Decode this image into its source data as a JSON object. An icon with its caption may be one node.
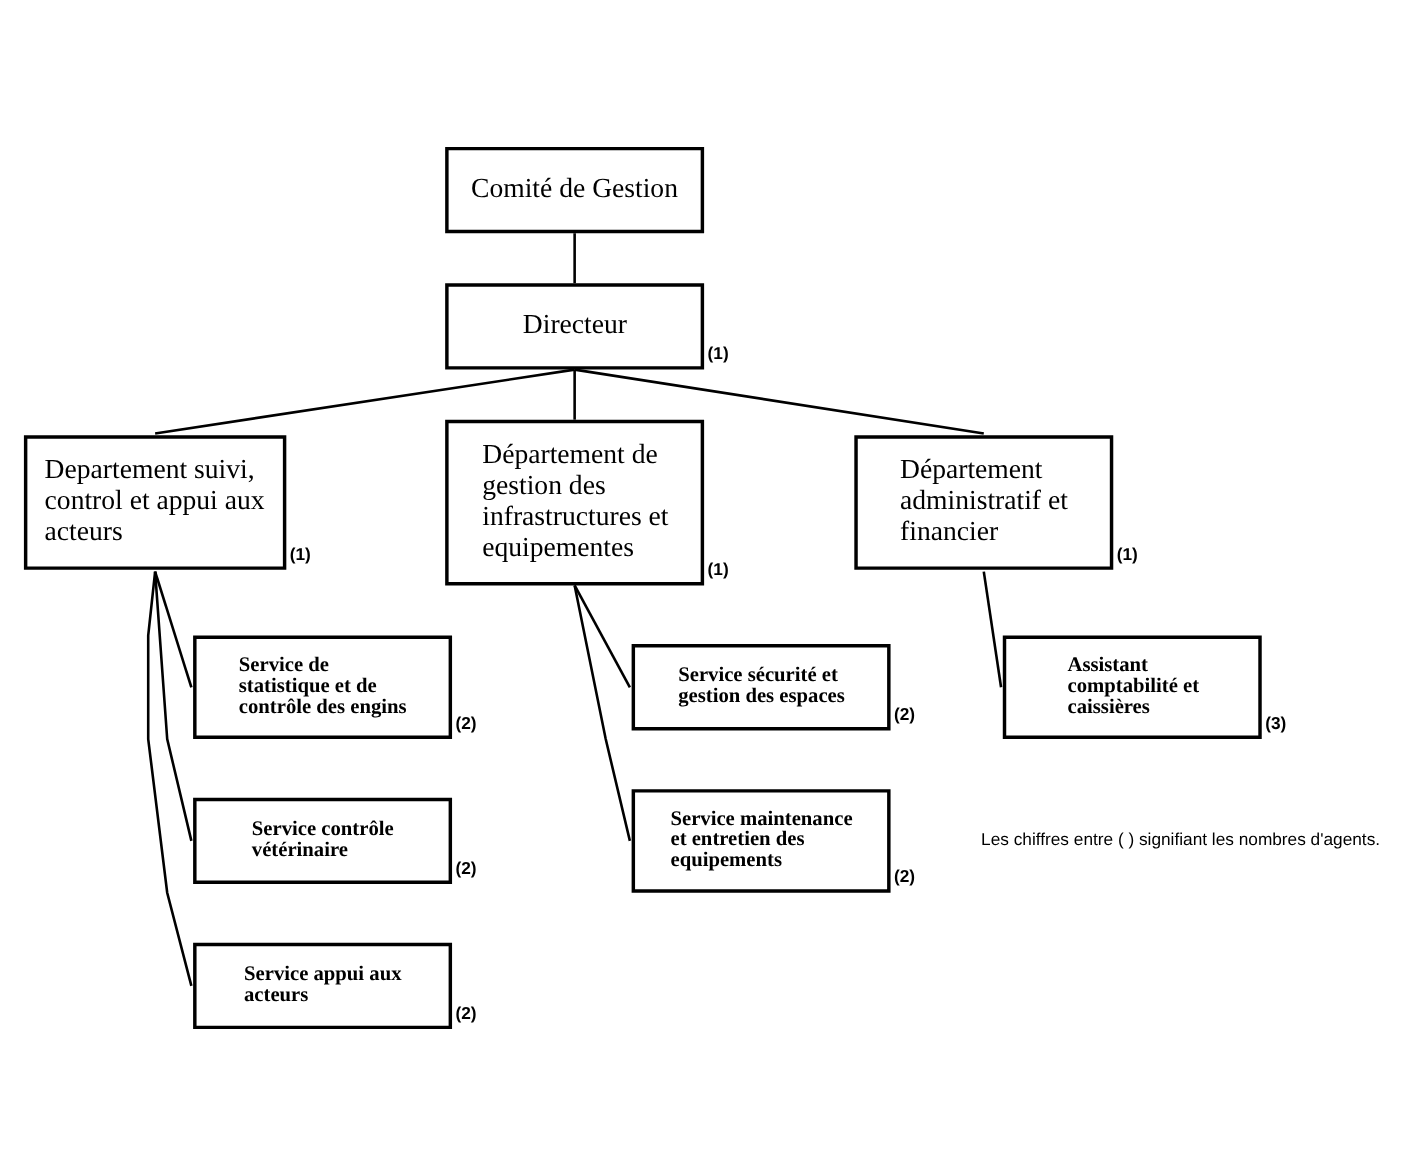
{
  "diagram": {
    "nodes": [
      {
        "text": [
          "Comité de Gestion"
        ]
      },
      {
        "text": [
          "Directeur"
        ],
        "beside": [
          "(1)"
        ]
      },
      {
        "text": [
          "Departement suivi, control et appui aux acteurs"
        ],
        "beside": [
          "(1)"
        ]
      },
      {
        "text": [
          "Département de gestion des infrastructures et equipementes"
        ],
        "beside": [
          "(1)"
        ]
      },
      {
        "text": [
          "Département administratif et financier"
        ],
        "beside": [
          "(1)"
        ]
      },
      {
        "text": [
          "Service de statistique et de contrôle des engins"
        ],
        "beside": [
          "(2)"
        ]
      },
      {
        "text": [
          "Service contrôle vétérinaire"
        ],
        "beside": [
          "(2)"
        ]
      },
      {
        "text": [
          "Service appui aux acteurs"
        ],
        "beside": [
          "(2)"
        ]
      },
      {
        "text": [
          "Service sécurité et gestion des espaces"
        ],
        "beside": [
          "(2)"
        ]
      },
      {
        "text": [
          "Service maintenance et entretien des equipements"
        ],
        "beside": [
          "(2)"
        ]
      },
      {
        "text": [
          "Assistant comptabilité et caissières"
        ],
        "beside": [
          "(3)"
        ]
      }
    ],
    "edges": [
      {
        "from": 0,
        "to": 1,
        "arrow": "none"
      },
      {
        "from": 1,
        "to": 2,
        "arrow": "none"
      },
      {
        "from": 1,
        "to": 3,
        "arrow": "none"
      },
      {
        "from": 1,
        "to": 4,
        "arrow": "none"
      },
      {
        "from": 2,
        "to": 5,
        "arrow": "none"
      },
      {
        "from": 2,
        "to": 6,
        "arrow": "none"
      },
      {
        "from": 2,
        "to": 7,
        "arrow": "none"
      },
      {
        "from": 3,
        "to": 8,
        "arrow": "none"
      },
      {
        "from": 3,
        "to": 9,
        "arrow": "none"
      },
      {
        "from": 4,
        "to": 10,
        "arrow": "none"
      }
    ],
    "labels": [
      "Les chiffres entre ( ) signifiant les nombres d'agents."
    ]
  }
}
